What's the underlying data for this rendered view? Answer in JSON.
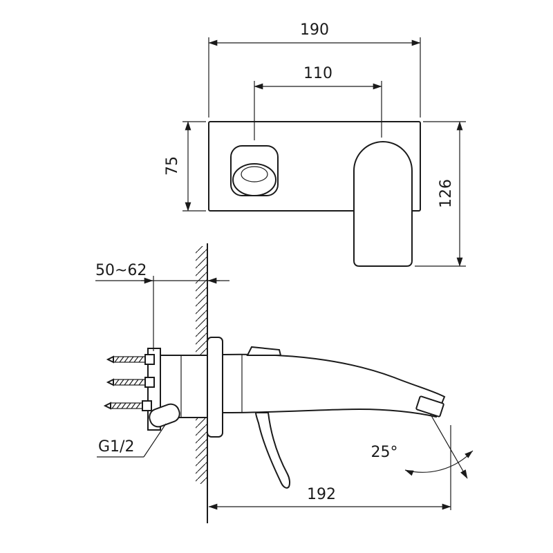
{
  "page": {
    "background": "#ffffff",
    "ink": "#1a1a1a",
    "description_labels": {
      "front_view": {
        "plate_width_mm": "190",
        "handle_to_spout_mm": "110",
        "plate_height_mm": "75",
        "spout_drop_mm": "126"
      },
      "side_view": {
        "wall_depth_mm": "50~62",
        "inlet_thread": "G1/2",
        "spout_reach_mm": "192",
        "spray_angle": "25°"
      }
    }
  }
}
